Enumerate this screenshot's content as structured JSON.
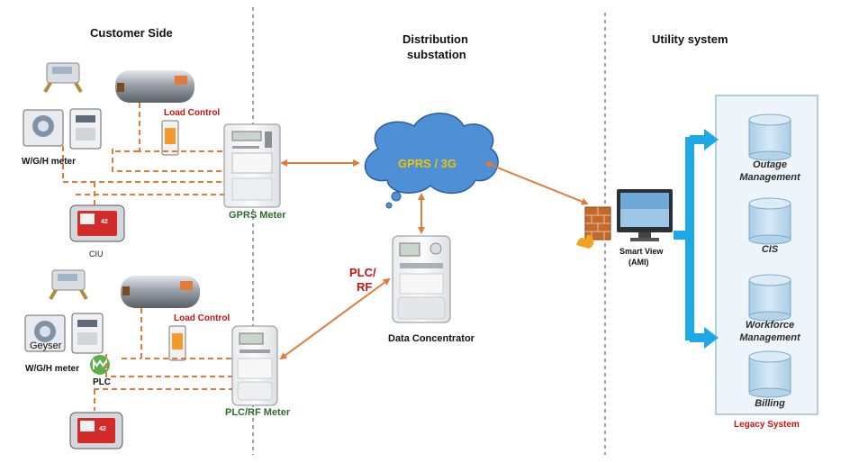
{
  "columns": {
    "customer_side": "Customer Side",
    "distribution_substation": [
      "Distribution",
      "substation"
    ],
    "utility_system": "Utility system"
  },
  "customer_top": {
    "load_control": "Load Control",
    "meter_group_label": "W/G/H meter",
    "gprs_meter": "GPRS Meter",
    "ciu": "CIU",
    "ciu_screen_value": "42"
  },
  "customer_bottom": {
    "load_control": "Load Control",
    "geyser": "Geyser",
    "meter_group_label": "W/G/H meter",
    "plc": "PLC",
    "plc_rf_meter": "PLC/RF Meter",
    "ciu_screen_value": "42"
  },
  "network": {
    "cloud_label": "GPRS / 3G",
    "plc_rf_link": [
      "PLC/",
      "RF"
    ],
    "data_concentrator": "Data Concentrator",
    "smart_view": [
      "Smart View",
      "(AMI)"
    ]
  },
  "legacy": {
    "caption": "Legacy System",
    "databases": [
      "Outage Management",
      "CIS",
      "Workforce Management",
      "Billing"
    ]
  },
  "colors": {
    "link_orange": "#e07b39",
    "cloud_fill": "#4e8fd6",
    "cloud_text": "#f2c200",
    "arrow_blue": "#1fa8e6",
    "db_fill": "#bfd9ec",
    "legacy_bg": "#eef5fa",
    "caption_red": "#cc1111",
    "meter_caption_green": "#2e6b2e"
  }
}
